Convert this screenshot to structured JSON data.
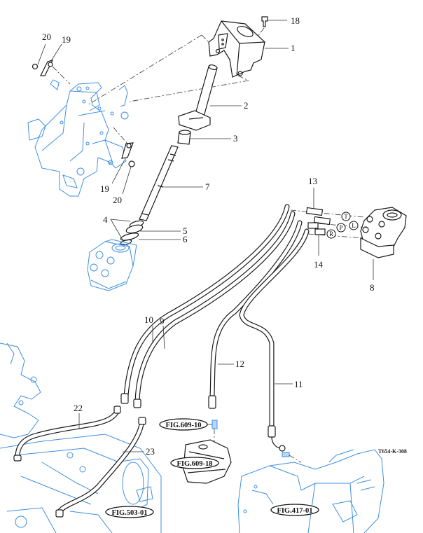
{
  "diagram": {
    "type": "exploded-parts-diagram",
    "reference_code": "T654-K-308",
    "accent_colors": {
      "context_parts": "#3d8fe0",
      "main_parts": "#1a1a1a"
    },
    "callouts": [
      {
        "id": "c1",
        "label": "1",
        "part": "steering-column-bracket"
      },
      {
        "id": "c2",
        "label": "2",
        "part": "steering-column-tube"
      },
      {
        "id": "c3",
        "label": "3",
        "part": "bushing"
      },
      {
        "id": "c4",
        "label": "4",
        "part": "o-ring-set"
      },
      {
        "id": "c5",
        "label": "5",
        "part": "seal-ring"
      },
      {
        "id": "c6",
        "label": "6",
        "part": "o-ring"
      },
      {
        "id": "c7",
        "label": "7",
        "part": "steering-shaft"
      },
      {
        "id": "c8",
        "label": "8",
        "part": "steering-valve-unit"
      },
      {
        "id": "c9",
        "label": "9",
        "part": "hose"
      },
      {
        "id": "c10",
        "label": "10",
        "part": "hose"
      },
      {
        "id": "c11",
        "label": "11",
        "part": "hose"
      },
      {
        "id": "c12",
        "label": "12",
        "part": "hose"
      },
      {
        "id": "c13",
        "label": "13",
        "part": "adapter-fitting"
      },
      {
        "id": "c14",
        "label": "14",
        "part": "adapter-fitting"
      },
      {
        "id": "c18",
        "label": "18",
        "part": "bolt"
      },
      {
        "id": "c19a",
        "label": "19",
        "part": "clamp"
      },
      {
        "id": "c19b",
        "label": "19",
        "part": "clamp"
      },
      {
        "id": "c20a",
        "label": "20",
        "part": "bolt"
      },
      {
        "id": "c20b",
        "label": "20",
        "part": "bolt"
      },
      {
        "id": "c22",
        "label": "22",
        "part": "hose"
      },
      {
        "id": "c23",
        "label": "23",
        "part": "hose"
      }
    ],
    "port_labels": [
      "T",
      "P",
      "L",
      "R"
    ],
    "figure_references": [
      {
        "id": "f1",
        "label": "FIG.609-10"
      },
      {
        "id": "f2",
        "label": "FIG.609-18"
      },
      {
        "id": "f3",
        "label": "FIG.503-01"
      },
      {
        "id": "f4",
        "label": "FIG.417-01"
      }
    ]
  }
}
